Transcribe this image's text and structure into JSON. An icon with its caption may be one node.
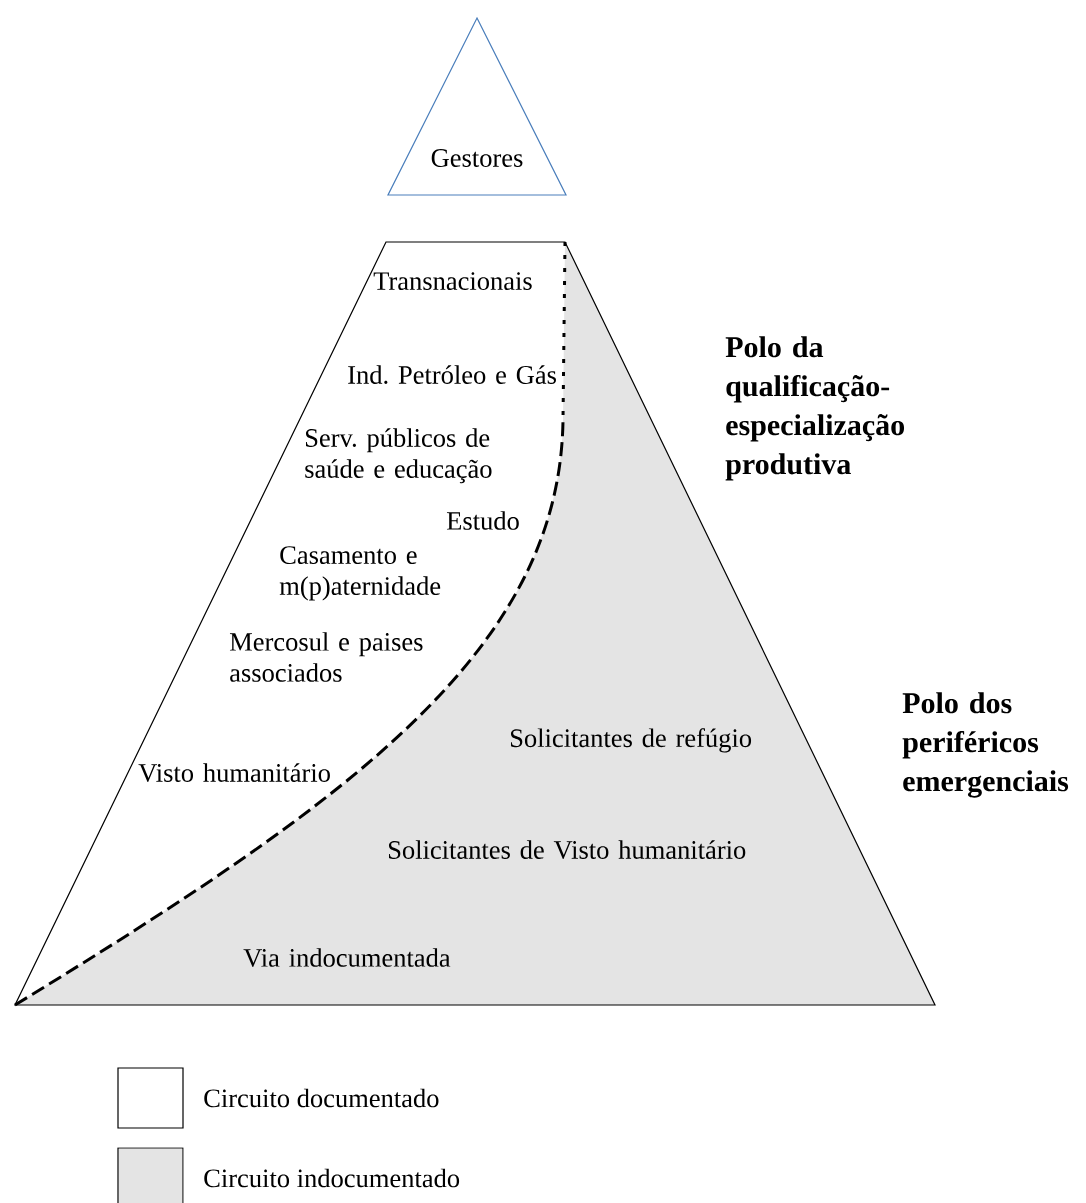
{
  "diagram": {
    "nodes": [
      {
        "text": [
          "Gestores"
        ]
      }
    ],
    "edges": [],
    "labels": [
      "Transnacionais",
      "Polo da qualificação-especialização produtiva",
      "Ind. Petróleo e Gás",
      "Serv. públicos de saúde e educação",
      "Estudo",
      "Casamento e m(p)aternidade",
      "Mercosul e paises associados",
      "Polo dos periféricos emergenciais",
      "Solicitantes de refúgio",
      "Visto humanitário",
      "Solicitantes de Visto humanitário",
      "Via indocumentada"
    ],
    "legend": [
      {
        "text": "Circuito documentado",
        "color": "#ffffff"
      },
      {
        "text": "Circuito indocumentado",
        "color": "#e4e4e4"
      }
    ]
  }
}
